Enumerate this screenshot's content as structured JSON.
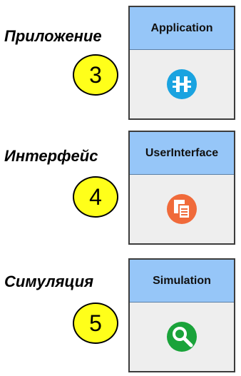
{
  "groups": [
    {
      "label": "Приложение",
      "number": "3",
      "panel_title": "Application",
      "icon": "application-icon",
      "icon_color": "#1aa3e0"
    },
    {
      "label": "Интерфейс",
      "number": "4",
      "panel_title": "UserInterface",
      "icon": "user-interface-icon",
      "icon_color": "#f06a3a"
    },
    {
      "label": "Симуляция",
      "number": "5",
      "panel_title": "Simulation",
      "icon": "simulation-icon",
      "icon_color": "#1aa33a"
    }
  ],
  "colors": {
    "badge": "#ffff1a",
    "header": "#96c6f8",
    "panel_body": "#eeeeee"
  }
}
